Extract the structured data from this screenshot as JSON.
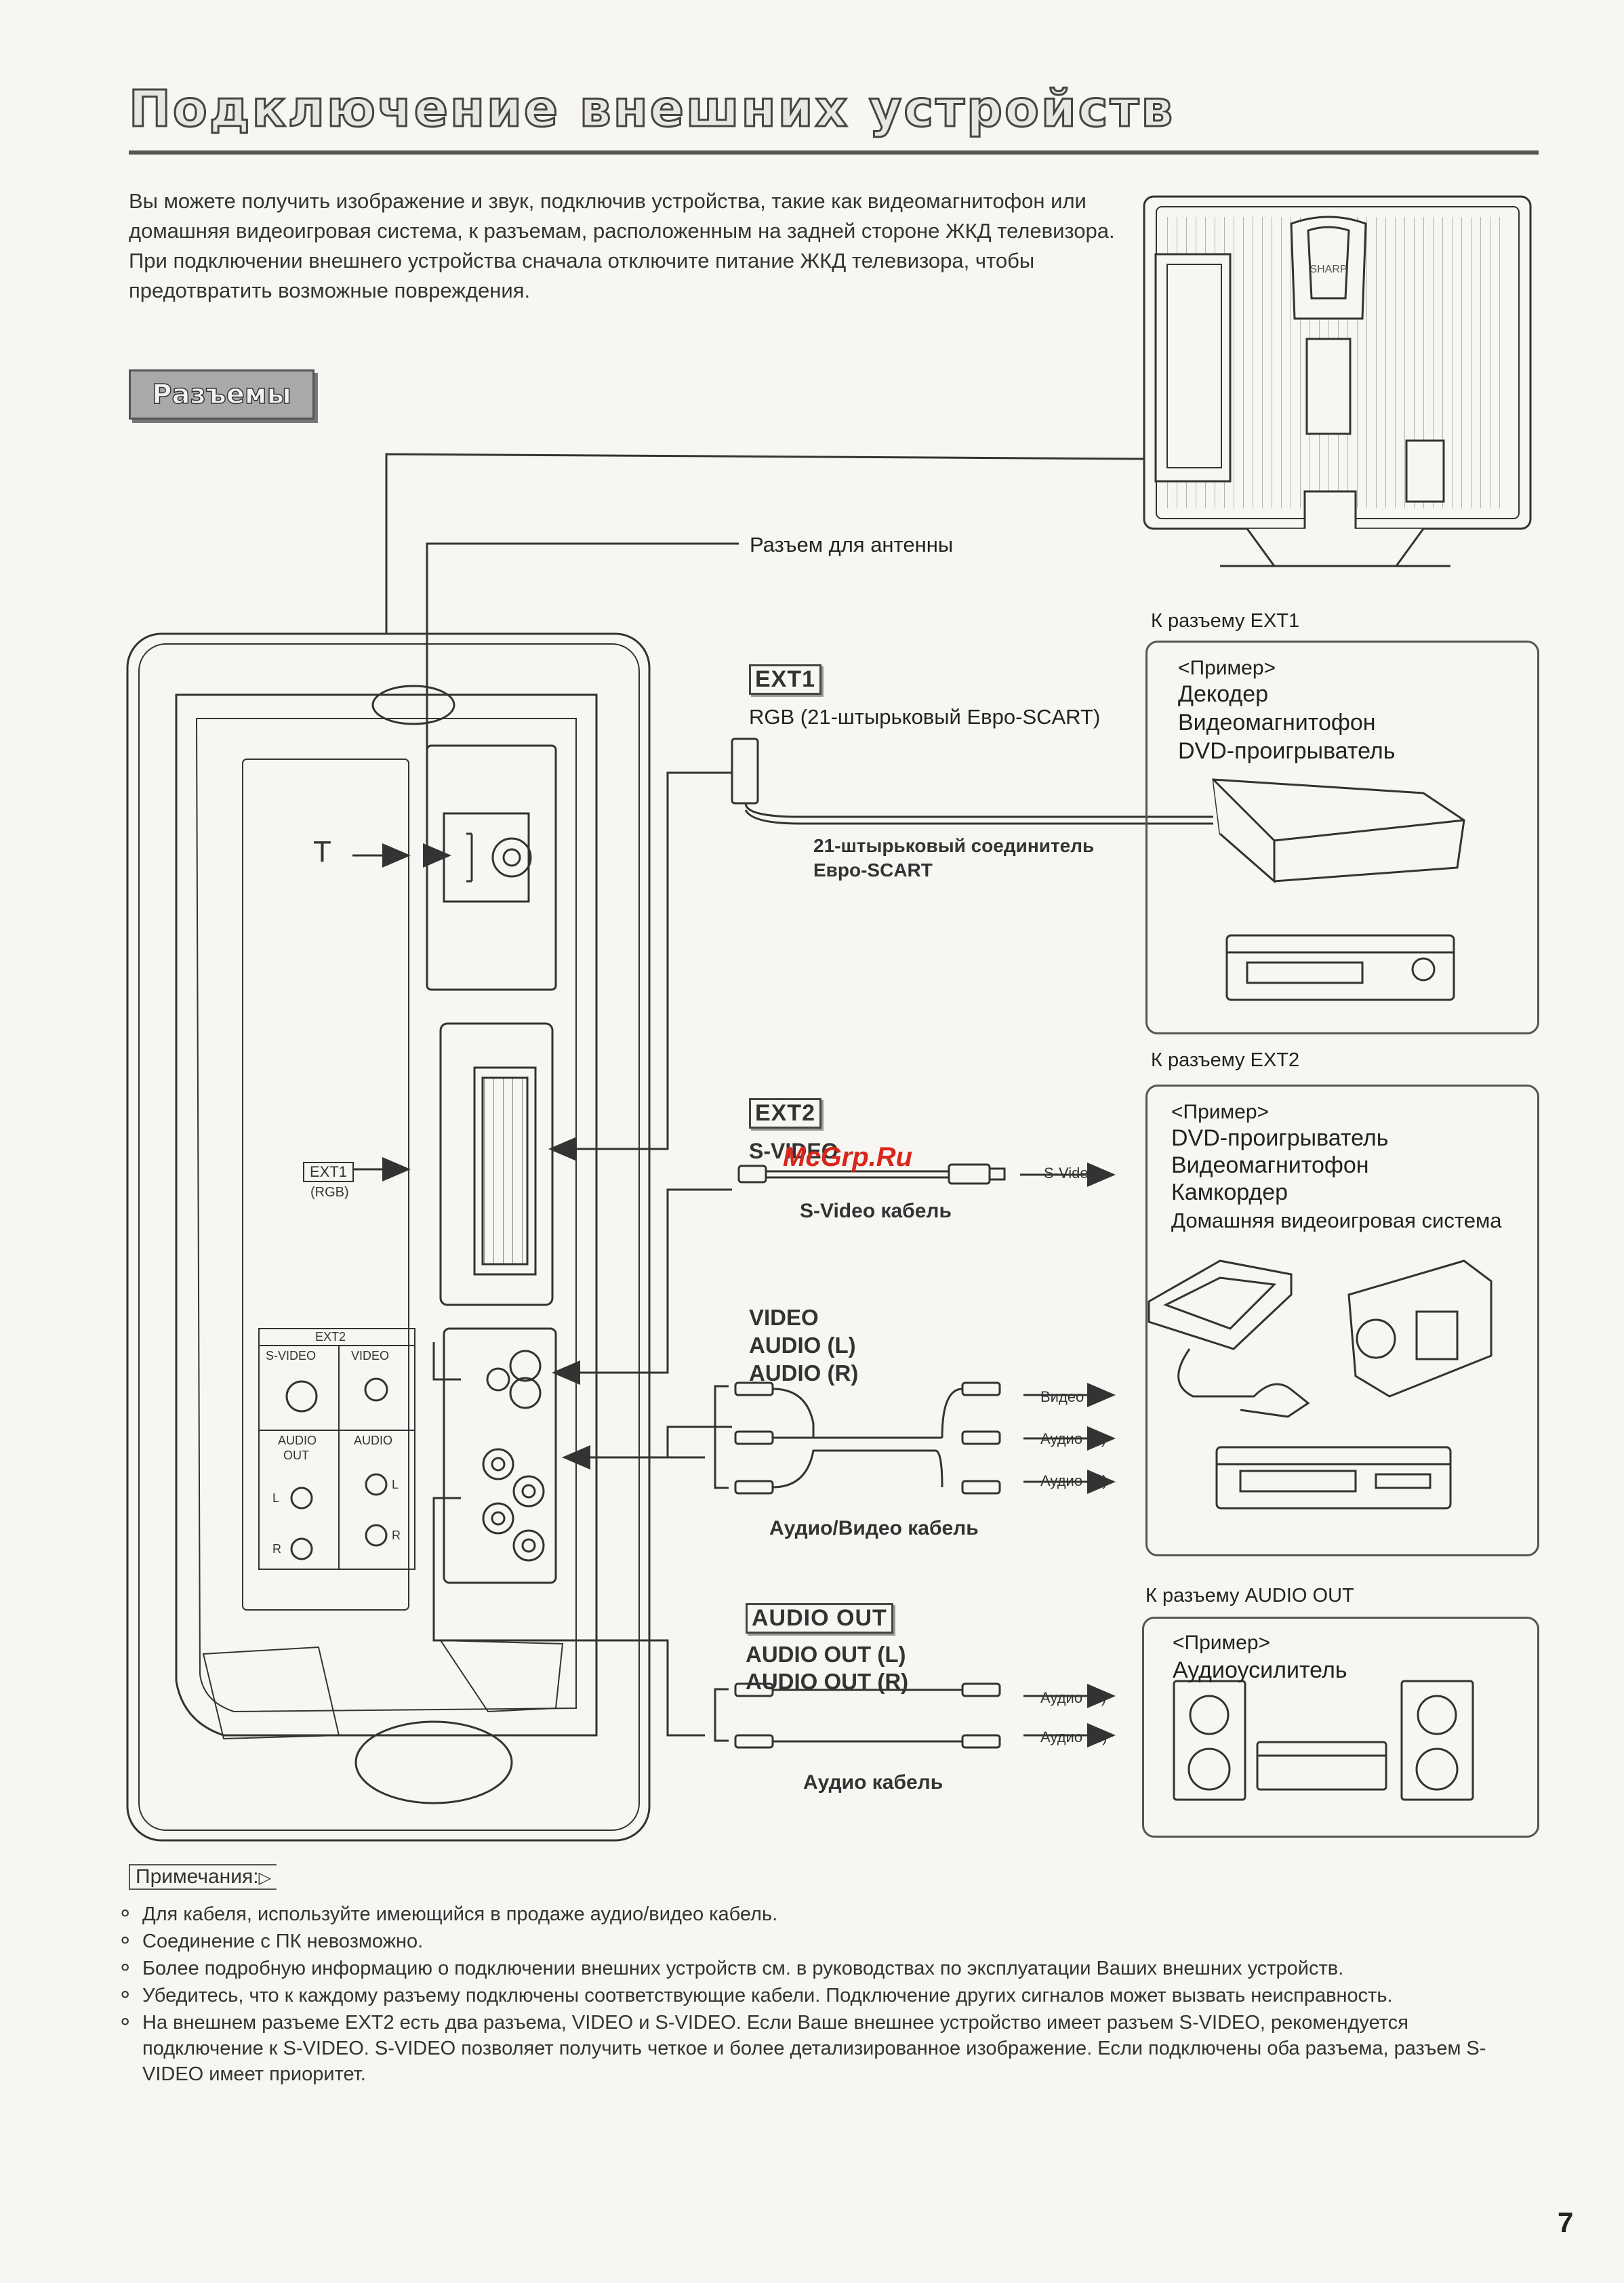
{
  "header": {
    "title": "Подключение внешних устройств"
  },
  "intro": {
    "p1": "Вы можете получить изображение и звук, подключив устройства, такие как видеомагнитофон или домашняя видеоигровая система, к разъемам, расположенным на задней стороне ЖКД телевизора.",
    "p2": "При подключении внешнего устройства сначала отключите питание ЖКД телевизора, чтобы предотвратить возможные повреждения."
  },
  "section": {
    "label": "Разъемы"
  },
  "panel": {
    "antenna_symbol": "T",
    "ext1_tag": "EXT1",
    "ext1_sub": "(RGB)",
    "ext2_title": "EXT2",
    "svideo": "S-VIDEO",
    "video": "VIDEO",
    "audio_out_line1": "AUDIO",
    "audio_out_line2": "OUT",
    "audio": "AUDIO",
    "l": "L",
    "r": "R"
  },
  "diagram": {
    "antenna_label": "Разъем для антенны",
    "ext1": {
      "tag": "EXT1",
      "desc": "RGB (21-штырьковый Евро-SCART)",
      "cable_line1": "21-штырьковый соединитель",
      "cable_line2": "Евро-SCART",
      "target": "К разъему EXT1",
      "example": "<Пример>",
      "devices": [
        "Декодер",
        "Видеомагнитофон",
        "DVD-проигрыватель"
      ]
    },
    "ext2": {
      "tag": "EXT2",
      "svideo_label": "S-VIDEO",
      "svideo_cable": "S-Video кабель",
      "svideo_arrow": "S-Video",
      "inputs": [
        "VIDEO",
        "AUDIO (L)",
        "AUDIO (R)"
      ],
      "arrows": [
        "Видео",
        "Аудио (Л)",
        "Аудио (П)"
      ],
      "av_cable": "Аудио/Видео кабель",
      "target": "К разъему EXT2",
      "example": "<Пример>",
      "devices": [
        "DVD-проигрыватель",
        "Видеомагнитофон",
        "Камкордер",
        "Домашняя видеоигровая система"
      ]
    },
    "audio_out": {
      "tag": "AUDIO OUT",
      "outputs": [
        "AUDIO OUT (L)",
        "AUDIO OUT (R)"
      ],
      "arrows": [
        "Аудио (Л)",
        "Аудио (П)"
      ],
      "cable": "Аудио кабель",
      "target": "К разъему AUDIO OUT",
      "example": "<Пример>",
      "devices": [
        "Аудиоусилитель"
      ]
    },
    "tv_brand": "SHARP",
    "watermark": "McGrp.Ru"
  },
  "notes": {
    "heading": "Примечания:",
    "items": [
      "Для кабеля, используйте имеющийся в продаже аудио/видео кабель.",
      "Соединение с ПК невозможно.",
      "Более подробную информацию о подключении внешних устройств см. в руководствах по эксплуатации Ваших внешних устройств.",
      "Убедитесь, что к каждому разъему подключены соответствующие кабели. Подключение других сигналов может вызвать неисправность.",
      "На внешнем разъеме EXT2 есть два разъема, VIDEO и S-VIDEO. Если Ваше внешнее устройство имеет разъем S-VIDEO, рекомендуется подключение к S-VIDEO. S-VIDEO позволяет получить четкое и более детализированное изображение. Если подключены оба разъема, разъем S-VIDEO имеет приоритет."
    ]
  },
  "page_number": "7"
}
